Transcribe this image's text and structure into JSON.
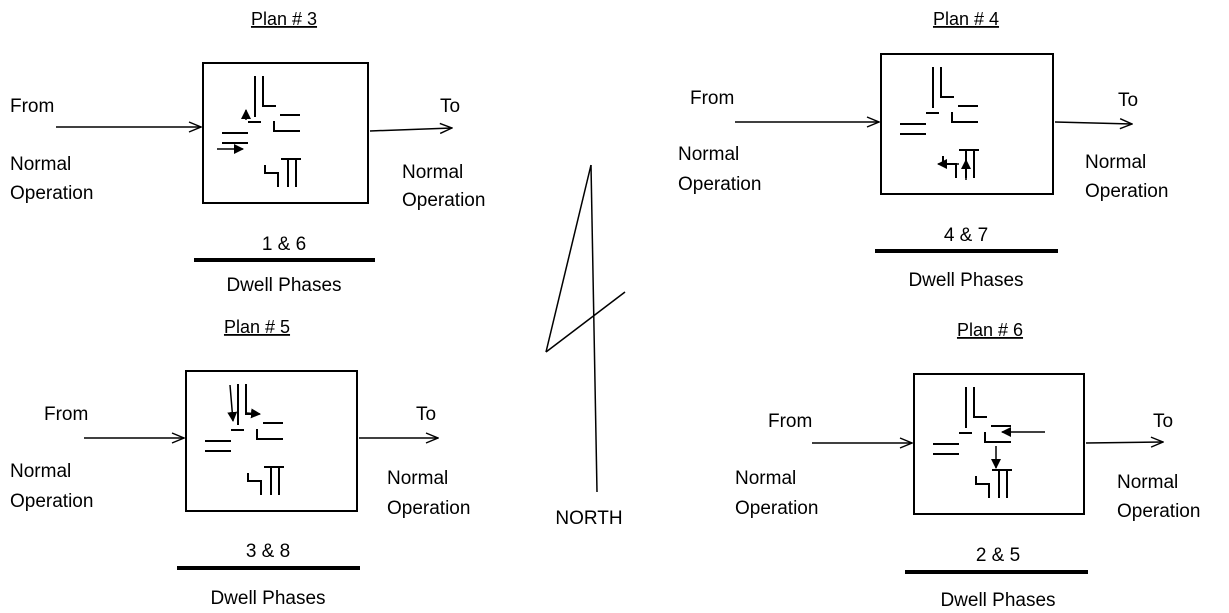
{
  "north_label": "NORTH",
  "panels": [
    {
      "title": "Plan # 3",
      "from": "From",
      "to": "To",
      "source": "Normal Operation",
      "target": "Normal Operation",
      "phases": "1 & 6",
      "caption": "Dwell Phases"
    },
    {
      "title": "Plan # 4",
      "from": "From",
      "to": "To",
      "source": "Normal Operation",
      "target": "Normal Operation",
      "phases": "4 & 7",
      "caption": "Dwell Phases"
    },
    {
      "title": "Plan # 5",
      "from": "From",
      "to": "To",
      "source": "Normal Operation",
      "target": "Normal Operation",
      "phases": "3 & 8",
      "caption": "Dwell Phases"
    },
    {
      "title": "Plan # 6",
      "from": "From",
      "to": "To",
      "source": "Normal Operation",
      "target": "Normal Operation",
      "phases": "2 & 5",
      "caption": "Dwell Phases"
    }
  ]
}
